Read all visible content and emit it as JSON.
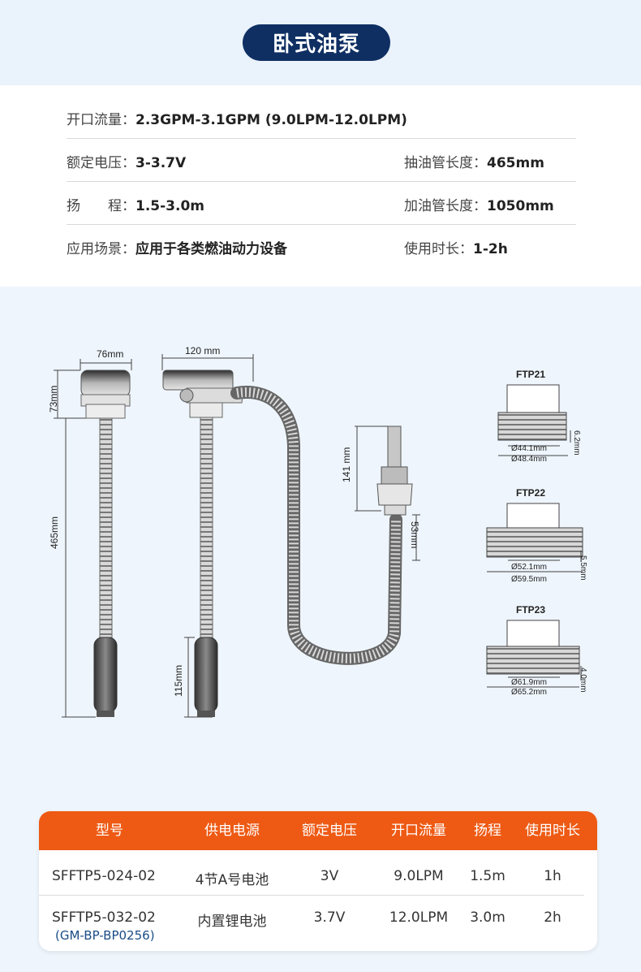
{
  "header": {
    "title": "卧式油泵"
  },
  "specs": [
    {
      "key": "开口流量：",
      "value": "2.3GPM-3.1GPM (9.0LPM-12.0LPM)"
    },
    {
      "key": "额定电压：",
      "value": "3-3.7V"
    },
    {
      "key": "抽油管长度：",
      "value": "465mm"
    },
    {
      "key": "扬　　程：",
      "value": "1.5-3.0m"
    },
    {
      "key": "加油管长度：",
      "value": "1050mm"
    },
    {
      "key": "应用场景：",
      "value": "应用于各类燃油动力设备"
    },
    {
      "key": "使用时长：",
      "value": "1-2h"
    }
  ],
  "diagram": {
    "dim_76": "76mm",
    "dim_73": "73mm",
    "dim_465": "465mm",
    "dim_120": "120 mm",
    "dim_115": "115mm",
    "dim_141": "141 mm",
    "dim_53": "53mm",
    "ftp21": {
      "title": "FTP21",
      "d1": "Ø44.1mm",
      "d2": "Ø48.4mm",
      "h": "6.2mm"
    },
    "ftp22": {
      "title": "FTP22",
      "d1": "Ø52.1mm",
      "d2": "Ø59.5mm",
      "h": "5.5mm"
    },
    "ftp23": {
      "title": "FTP23",
      "d1": "Ø61.9mm",
      "d2": "Ø65.2mm",
      "h": "4.0mm"
    }
  },
  "table": {
    "headers": [
      "型号",
      "供电电源",
      "额定电压",
      "开口流量",
      "扬程",
      "使用时长"
    ],
    "rows": [
      {
        "model": "SFFTP5-024-02",
        "power": "4节A号电池",
        "voltage": "3V",
        "flow": "9.0LPM",
        "lift": "1.5m",
        "time": "1h"
      },
      {
        "model": "SFFTP5-032-02",
        "model_sub": "(GM-BP-BP0256)",
        "power": "内置锂电池",
        "voltage": "3.7V",
        "flow": "12.0LPM",
        "lift": "3.0m",
        "time": "2h"
      }
    ]
  },
  "colors": {
    "navy": "#0f2f63",
    "orange": "#ee5a14",
    "sub_blue": "#1a4c86"
  }
}
